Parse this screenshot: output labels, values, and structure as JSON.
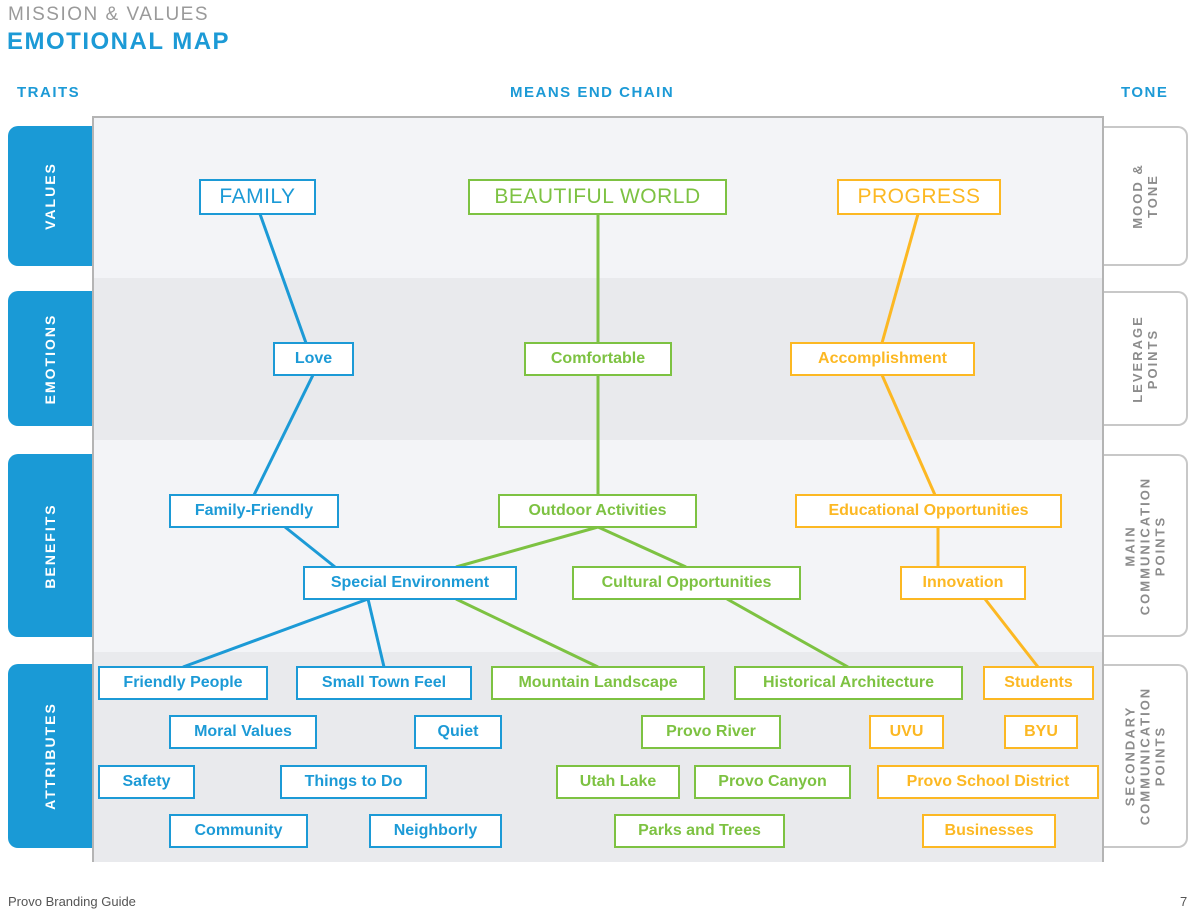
{
  "header": {
    "kicker": "MISSION & VALUES",
    "title": "EMOTIONAL MAP"
  },
  "columns": {
    "traits": "TRAITS",
    "chain": "MEANS END CHAIN",
    "tone": "TONE"
  },
  "traits": [
    "VALUES",
    "EMOTIONS",
    "BENEFITS",
    "ATTRIBUTES"
  ],
  "tone": [
    "MOOD &\nTONE",
    "LEVERAGE\nPOINTS",
    "MAIN\nCOMMUNICATION\nPOINTS",
    "SECONDARY\nCOMMUNICATION\nPOINTS"
  ],
  "colors": {
    "blue": "#1c9ad6",
    "green": "#7dc242",
    "orange": "#fcb823"
  },
  "nodes": {
    "family": "FAMILY",
    "beautiful_world": "BEAUTIFUL WORLD",
    "progress": "PROGRESS",
    "love": "Love",
    "comfortable": "Comfortable",
    "accomplishment": "Accomplishment",
    "family_friendly": "Family-Friendly",
    "outdoor_activities": "Outdoor Activities",
    "educational_opportunities": "Educational Opportunities",
    "special_environment": "Special Environment",
    "cultural_opportunities": "Cultural Opportunities",
    "innovation": "Innovation",
    "friendly_people": "Friendly People",
    "small_town_feel": "Small Town Feel",
    "mountain_landscape": "Mountain Landscape",
    "historical_architecture": "Historical Architecture",
    "students": "Students",
    "moral_values": "Moral Values",
    "quiet": "Quiet",
    "provo_river": "Provo River",
    "uvu": "UVU",
    "byu": "BYU",
    "safety": "Safety",
    "things_to_do": "Things to Do",
    "utah_lake": "Utah Lake",
    "provo_canyon": "Provo Canyon",
    "provo_school_district": "Provo School District",
    "community": "Community",
    "neighborly": "Neighborly",
    "parks_and_trees": "Parks and Trees",
    "businesses": "Businesses"
  },
  "footer": {
    "guide": "Provo Branding Guide",
    "page": "7"
  }
}
